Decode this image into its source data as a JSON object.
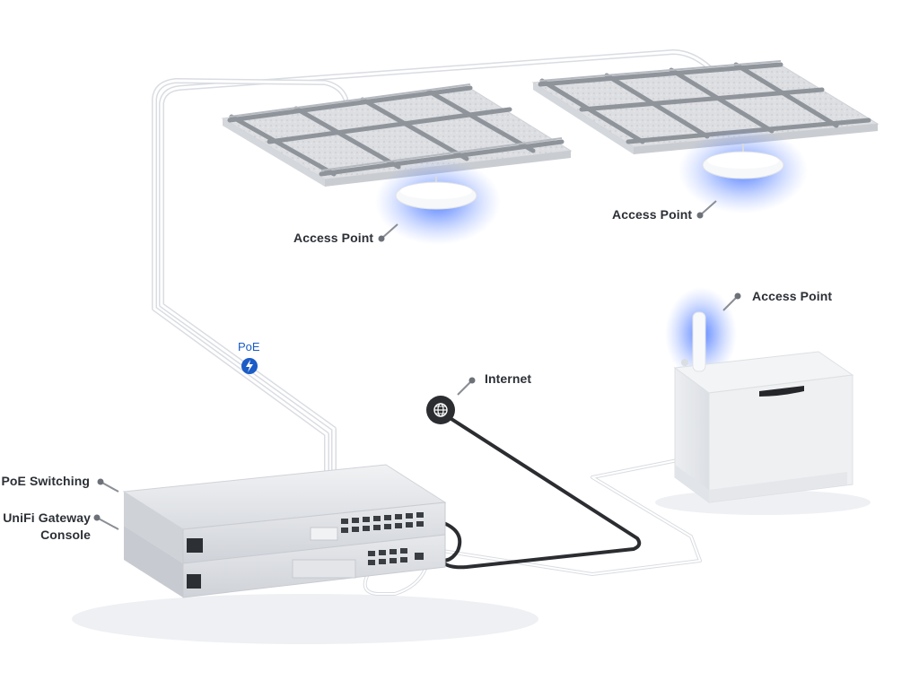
{
  "labels": {
    "access_point_ceiling_left": "Access Point",
    "access_point_ceiling_right": "Access Point",
    "access_point_outdoor": "Access Point",
    "poe": "PoE",
    "internet": "Internet",
    "poe_switching": "PoE Switching",
    "gateway_line1": "UniFi Gateway",
    "gateway_line2": "Console"
  },
  "icons": {
    "poe": "lightning-bolt-icon",
    "internet": "globe-icon"
  },
  "colors": {
    "label_text": "#2c3036",
    "poe_accent": "#1b5cc6",
    "ap_glow": "#3a6cff",
    "device_body": "#e4e6ea",
    "cable_light": "#e8eaee",
    "cable_dark": "#2b2d31"
  }
}
